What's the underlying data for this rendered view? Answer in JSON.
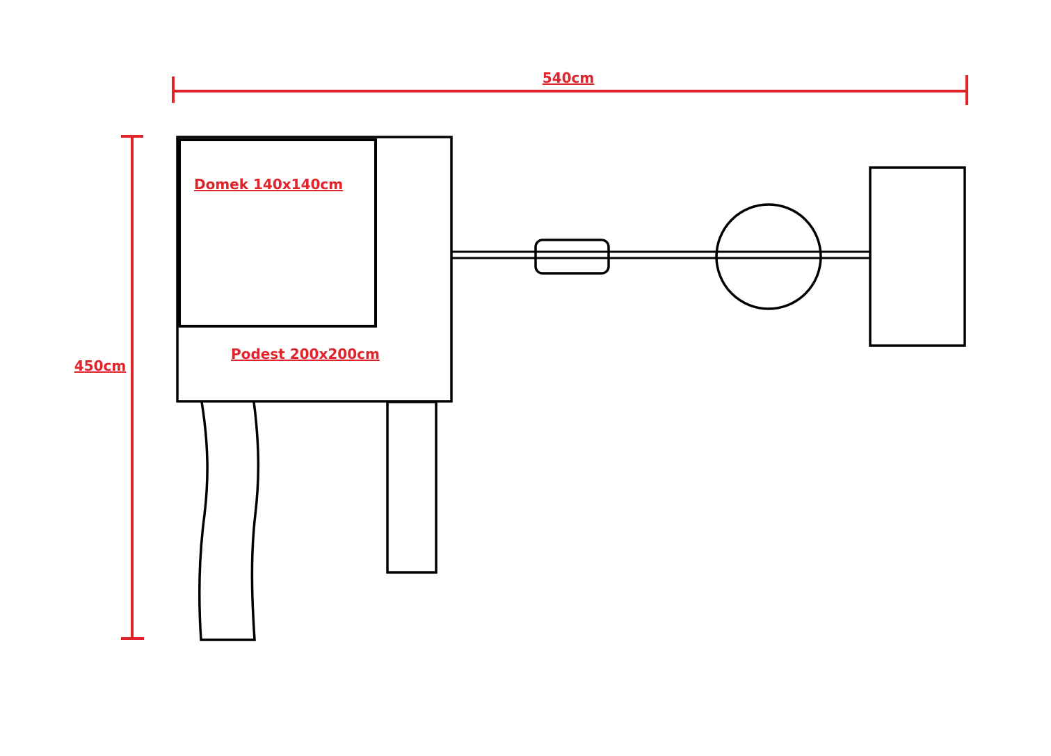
{
  "colors": {
    "dimension": "#e0242b",
    "outline": "#000000",
    "background": "#ffffff"
  },
  "dimensions": {
    "width_label": "540cm",
    "height_label": "450cm"
  },
  "labels": {
    "domek": "Domek 140x140cm",
    "podest": "Podest 200x200cm"
  }
}
